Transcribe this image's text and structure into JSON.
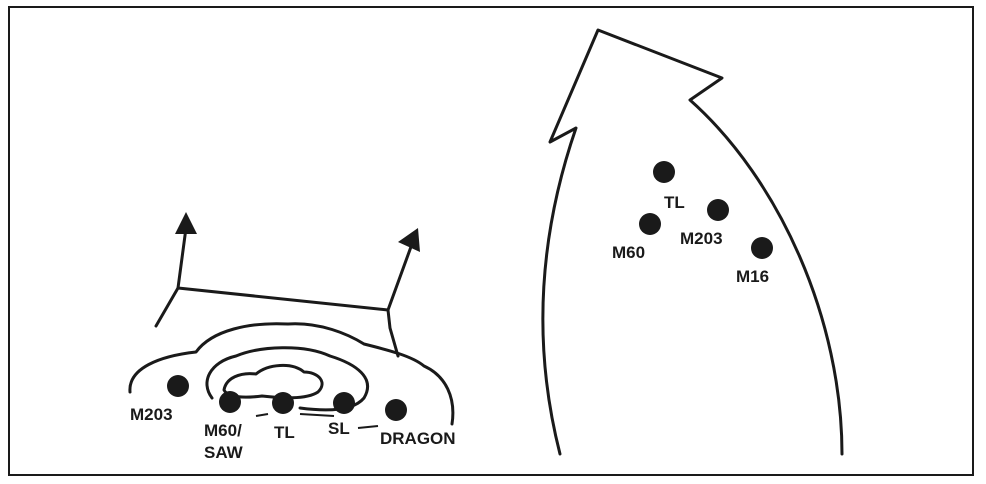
{
  "colors": {
    "ink": "#1a1a1a",
    "background": "#ffffff"
  },
  "left_formation": {
    "positions": [
      {
        "id": "m203",
        "label": "M203"
      },
      {
        "id": "m60",
        "label_line1": "M60/",
        "label_line2": "SAW"
      },
      {
        "id": "tl",
        "label": "TL"
      },
      {
        "id": "sl",
        "label": "SL"
      },
      {
        "id": "dragon",
        "label": "DRAGON"
      }
    ]
  },
  "right_formation": {
    "positions": [
      {
        "id": "tl",
        "label": "TL"
      },
      {
        "id": "m60",
        "label": "M60"
      },
      {
        "id": "m203",
        "label": "M203"
      },
      {
        "id": "m16",
        "label": "M16"
      }
    ]
  }
}
